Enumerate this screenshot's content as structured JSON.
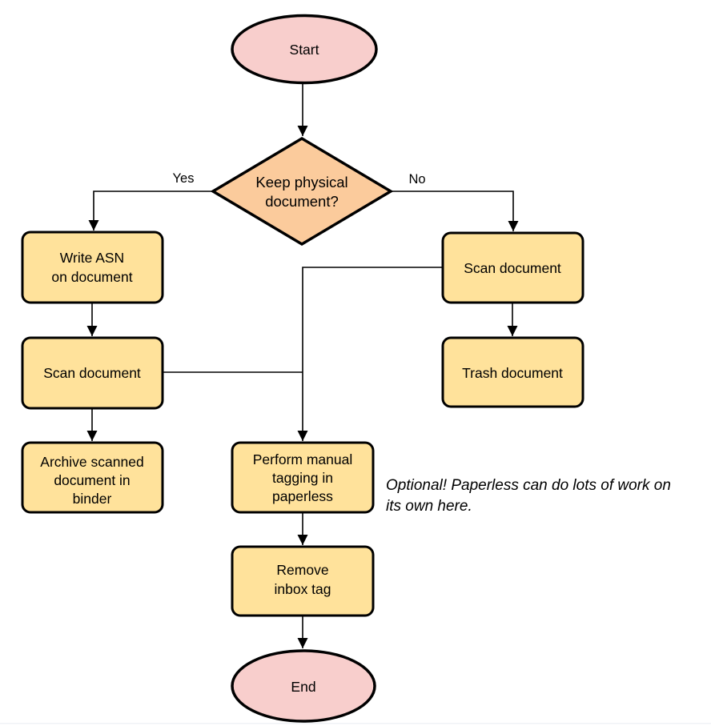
{
  "colors": {
    "background": "#FFFFFF",
    "terminal_fill": "#F8CECC",
    "decision_fill": "#FBCB9C",
    "process_fill": "#FFE29B",
    "stroke": "#000000",
    "text": "#000000",
    "footer_divider": "#F0F2F6"
  },
  "nodes": {
    "start": {
      "type": "terminal",
      "label": "Start"
    },
    "decision": {
      "type": "decision",
      "lines": [
        "Keep physical",
        "document?"
      ]
    },
    "write_asn": {
      "type": "process",
      "lines": [
        "Write ASN",
        "on document"
      ]
    },
    "scan_left": {
      "type": "process",
      "label": "Scan document"
    },
    "archive": {
      "type": "process",
      "lines": [
        "Archive scanned",
        "document in",
        "binder"
      ]
    },
    "scan_right": {
      "type": "process",
      "label": "Scan document"
    },
    "trash": {
      "type": "process",
      "label": "Trash document"
    },
    "tagging": {
      "type": "process",
      "lines": [
        "Perform manual",
        "tagging in",
        "paperless"
      ]
    },
    "remove_inbox": {
      "type": "process",
      "lines": [
        "Remove",
        "inbox tag"
      ]
    },
    "end": {
      "type": "terminal",
      "label": "End"
    }
  },
  "edge_labels": {
    "yes": "Yes",
    "no": "No"
  },
  "annotation": {
    "lines": [
      "Optional! Paperless can do lots of work on",
      "its own here."
    ]
  }
}
